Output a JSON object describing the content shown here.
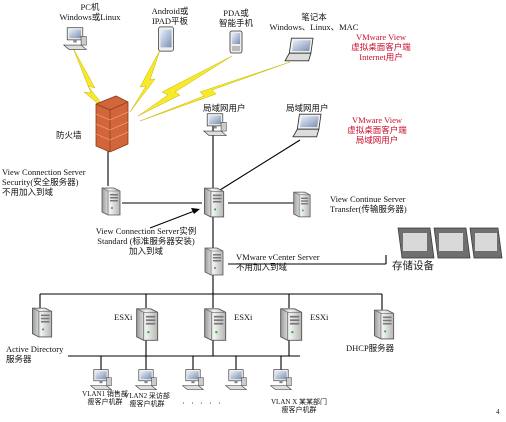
{
  "colors": {
    "line": "#000000",
    "lightning": "#f7ea2b",
    "firewall": "#d2663a",
    "red_text": "#c8102e",
    "server": "#d8d8d8",
    "storage": "#6f6f6f"
  },
  "labels": {
    "pc": [
      "PC机",
      "Windows或Linux"
    ],
    "android": [
      "Android或",
      "IPAD平板"
    ],
    "pda": [
      "PDA或",
      "智能手机"
    ],
    "laptop": [
      "笔记本",
      "Windows、Linux、MAC"
    ],
    "vmware_internet": [
      "VMware View",
      "虚拟桌面客户端",
      "Internet用户"
    ],
    "firewall": "防火墙",
    "lan_user_1": "局域网用户",
    "lan_user_2": "局域网用户",
    "vmware_lan": [
      "VMware View",
      "虚拟桌面客户端",
      "局域网用户"
    ],
    "security_server": [
      "View Connection Server",
      "Security(安全服务器)",
      "不用加入到域"
    ],
    "transfer_server": [
      "View Continue Server",
      "Transfer(传输服务器)"
    ],
    "standard_server": [
      "View Connection Server实例",
      "Standard (标准服务器安装)",
      "加入到域"
    ],
    "vcenter": [
      "VMware vCenter Server",
      "不用加入到域"
    ],
    "storage": "存储设备",
    "esxi_1": "ESXi",
    "esxi_2": "ESXi",
    "esxi_3": "ESXi",
    "ad": [
      "Active Directory",
      "服务器"
    ],
    "dhcp": "DHCP服务器",
    "vlan1": [
      "VLAN1 销售部",
      "瘦客户机群"
    ],
    "vlan2": [
      "VLAN2 采访部",
      "瘦客户机群"
    ],
    "vlanx": [
      "VLAN X 某某部门",
      "瘦客户机群"
    ],
    "dots": "· · · · ·",
    "page_num": "4"
  }
}
